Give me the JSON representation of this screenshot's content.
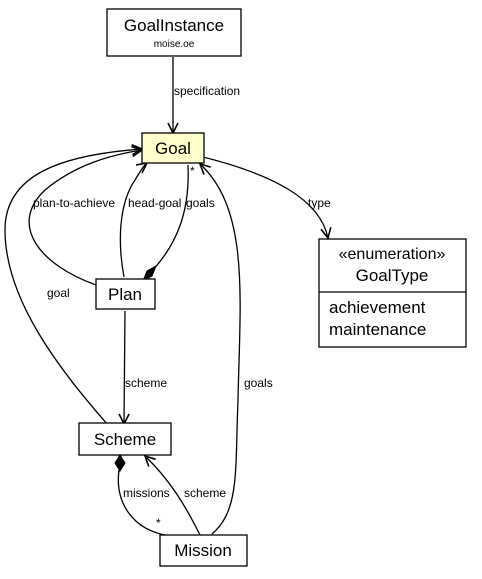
{
  "classes": {
    "goal_instance": {
      "name": "GoalInstance",
      "package": "moise.oe"
    },
    "goal": {
      "name": "Goal"
    },
    "goal_type": {
      "stereotype": "«enumeration»",
      "name": "GoalType",
      "literals": [
        "achievement",
        "maintenance"
      ]
    },
    "plan": {
      "name": "Plan"
    },
    "scheme": {
      "name": "Scheme"
    },
    "mission": {
      "name": "Mission"
    }
  },
  "edges": {
    "specification": {
      "label": "specification"
    },
    "type": {
      "label": "type"
    },
    "plan_to_achieve": {
      "label": "plan-to-achieve"
    },
    "head_goal": {
      "label": "head-goal"
    },
    "plan_goals": {
      "label": "goals",
      "multiplicity": "*"
    },
    "scheme_goal": {
      "label": "goal"
    },
    "plan_scheme": {
      "label": "scheme"
    },
    "mission_goals": {
      "label": "goals"
    },
    "missions": {
      "label": "missions",
      "multiplicity": "*"
    },
    "mission_scheme": {
      "label": "scheme"
    }
  },
  "colors": {
    "goal_fill": "#ffffcc",
    "box_fill": "#ffffff",
    "stroke": "#000000"
  }
}
